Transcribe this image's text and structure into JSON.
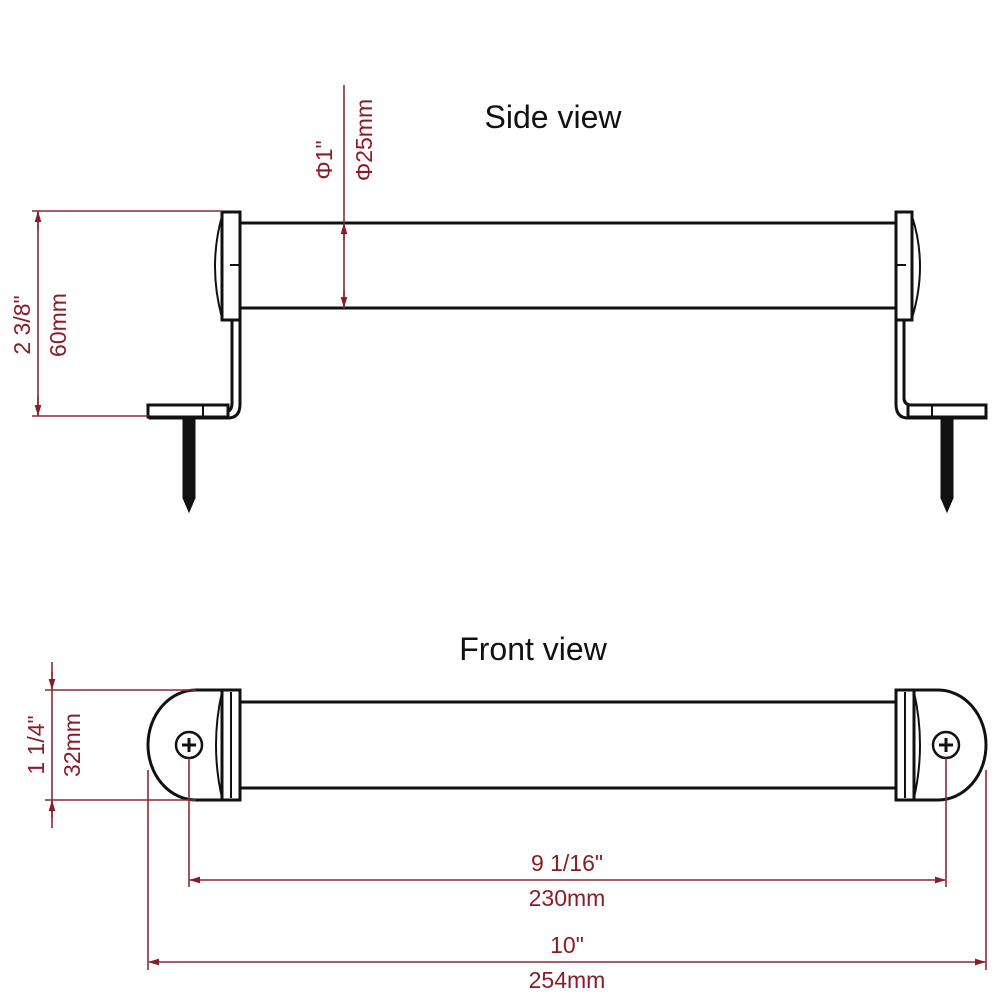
{
  "side_view": {
    "title": "Side view",
    "dimensions": {
      "diameter_in": "Φ1\"",
      "diameter_mm": "Φ25mm",
      "height_in": "2 3/8\"",
      "height_mm": "60mm"
    }
  },
  "front_view": {
    "title": "Front view",
    "dimensions": {
      "height_in": "1 1/4\"",
      "height_mm": "32mm",
      "hole_spacing_in": "9 1/16\"",
      "hole_spacing_mm": "230mm",
      "overall_length_in": "10\"",
      "overall_length_mm": "254mm"
    }
  },
  "colors": {
    "dimension": "#8a1c2a",
    "outline": "#111111",
    "background": "#ffffff"
  }
}
